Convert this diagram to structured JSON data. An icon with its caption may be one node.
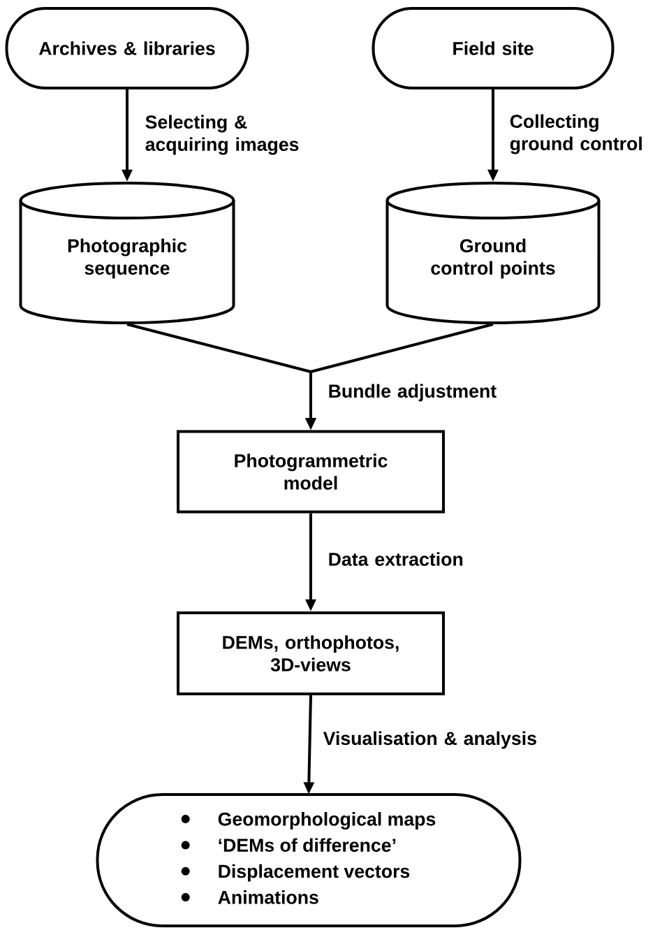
{
  "diagram": {
    "nodes": [
      {
        "text": [
          "Archives & libraries"
        ]
      },
      {
        "text": [
          "Field site"
        ]
      },
      {
        "text": [
          "Photographic sequence"
        ]
      },
      {
        "text": [
          "Ground control points"
        ]
      },
      {
        "text": [
          "Photogrammetric model"
        ]
      },
      {
        "text": [
          "DEMs, orthophotos, 3D-views"
        ]
      },
      {
        "text": [
          "Geomorphological maps",
          "‘DEMs of difference’",
          "Displacement vectors",
          "Animations"
        ]
      }
    ],
    "edges": [
      {
        "from": 0,
        "to": 2,
        "arrow": "to",
        "label": "Selecting & acquiring images"
      },
      {
        "from": 1,
        "to": 3,
        "arrow": "to",
        "label": "Collecting ground control"
      },
      {
        "from": 2,
        "to": 4,
        "arrow": "to",
        "label": "Bundle adjustment"
      },
      {
        "from": 3,
        "to": 4,
        "arrow": "to"
      },
      {
        "from": 4,
        "to": 5,
        "arrow": "to",
        "label": "Data extraction"
      },
      {
        "from": 5,
        "to": 6,
        "arrow": "to",
        "label": "Visualisation & analysis"
      }
    ]
  }
}
